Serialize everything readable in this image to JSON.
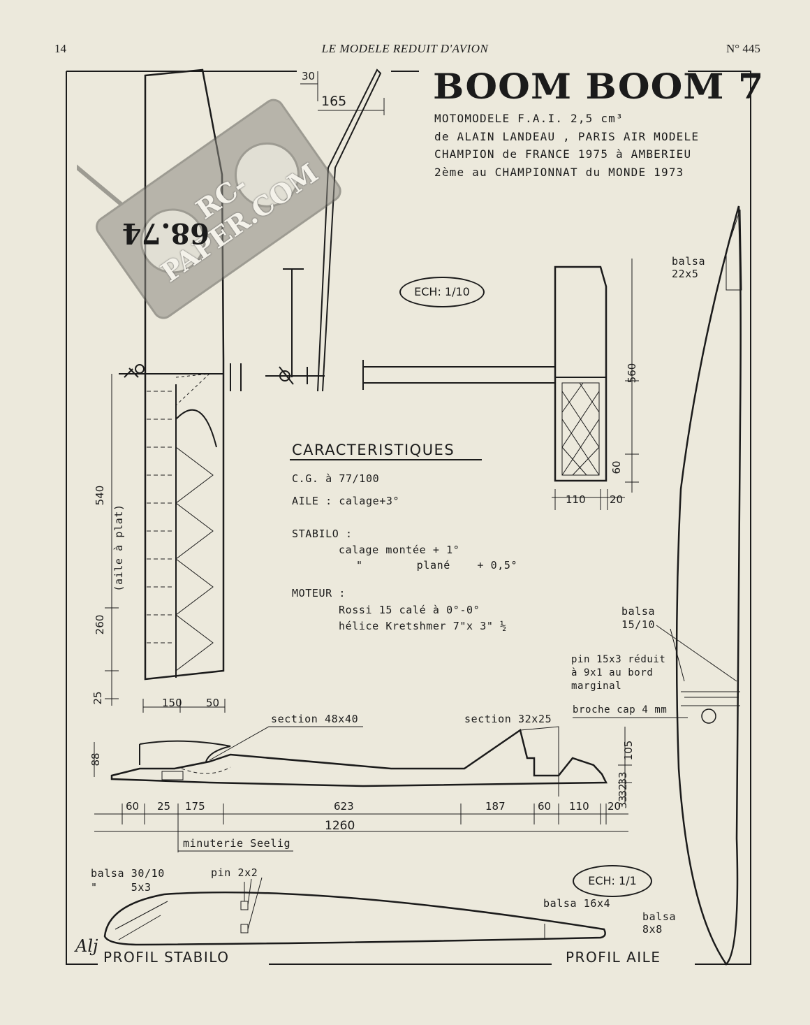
{
  "header": {
    "page_number": "14",
    "magazine": "LE MODELE REDUIT D'AVION",
    "issue": "N° 445"
  },
  "title": "BOOM BOOM 7",
  "subtitle": [
    "MOTOMODELE F.A.I. 2,5 cm³",
    "de ALAIN LANDEAU , PARIS AIR MODELE",
    "CHAMPION de FRANCE 1975 à AMBERIEU",
    "2ème au CHAMPIONNAT du MONDE 1973"
  ],
  "scales": {
    "plan": "ECH: 1/10",
    "profile": "ECH: 1/1"
  },
  "specs": {
    "heading": "CARACTERISTIQUES",
    "cg": "C.G. à 77/100",
    "aile": "AILE : calage+3°",
    "stabilo_label": "STABILO :",
    "stabilo_1": "calage montée + 1°",
    "stabilo_2": "\"        plané    + 0,5°",
    "moteur_label": "MOTEUR :",
    "moteur_1": "Rossi 15 calé à 0°-0°",
    "moteur_2": "hélice Kretshmer 7\"x 3\" ½"
  },
  "dimensions": {
    "top_30": "30",
    "top_165": "165",
    "wing_540": "540",
    "wing_note": "(aile à plat)",
    "wing_260": "260",
    "wing_25": "25",
    "chord_150": "150",
    "chord_50": "50",
    "tail_560": "560",
    "tail_60": "60",
    "tail_110": "110",
    "tail_20": "20",
    "fus_88": "88",
    "fus_105": "105",
    "fus_33a": "33",
    "fus_32": "32",
    "fus_33b": "33",
    "len_60": "60",
    "len_25": "25",
    "len_175": "175",
    "len_623": "623",
    "len_187": "187",
    "len_60b": "60",
    "len_110": "110",
    "len_20": "20",
    "len_total": "1260"
  },
  "notes": {
    "section_1": "section 48x40",
    "section_2": "section 32x25",
    "timer": "minuterie Seelig",
    "balsa_22x5": "balsa\n22x5",
    "balsa_15_10": "balsa\n15/10",
    "pin_note": "pin 15x3 réduit\nà 9x1 au bord\nmarginal",
    "broche": "broche cap 4 mm",
    "balsa_30_10": "balsa 30/10\n\"     5x3",
    "pin_2x2": "pin 2x2",
    "balsa_16x4": "balsa 16x4",
    "balsa_8x8": "balsa\n8x8",
    "profil_stabilo": "PROFIL STABILO",
    "profil_aile": "PROFIL AILE",
    "signature": "Alj"
  },
  "stamp": {
    "text": "RC-PAPER.COM",
    "number": "68.74"
  }
}
